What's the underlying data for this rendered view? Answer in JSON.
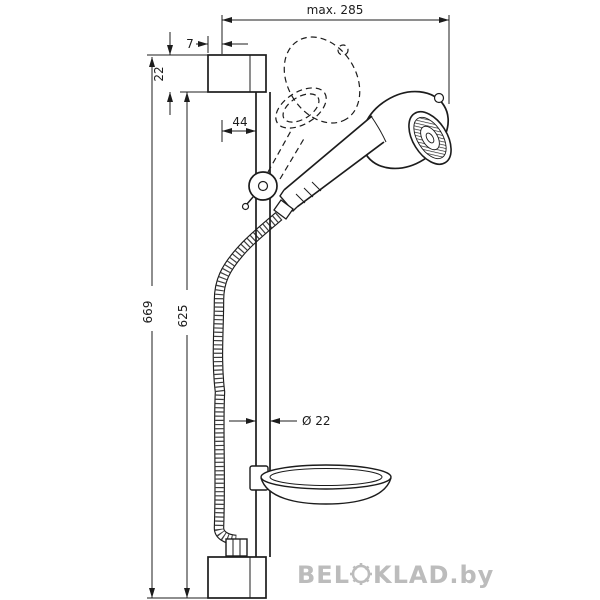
{
  "drawing": {
    "type": "technical-dimension-drawing",
    "subject": "shower slide bar set with hand shower, hose and soap dish",
    "dimensions": {
      "max_reach": "max. 285",
      "top_offset": "7",
      "bracket_height": "22",
      "wall_distance": "44",
      "total_height": "669",
      "bar_length": "625",
      "bar_diameter": "Ø 22"
    }
  },
  "watermark": {
    "prefix": "BEL",
    "suffix": "KLAD.by",
    "icon": "gear-icon"
  },
  "colors": {
    "line": "#1c1c1c",
    "background": "#ffffff",
    "watermark": "#bcbcbc"
  }
}
